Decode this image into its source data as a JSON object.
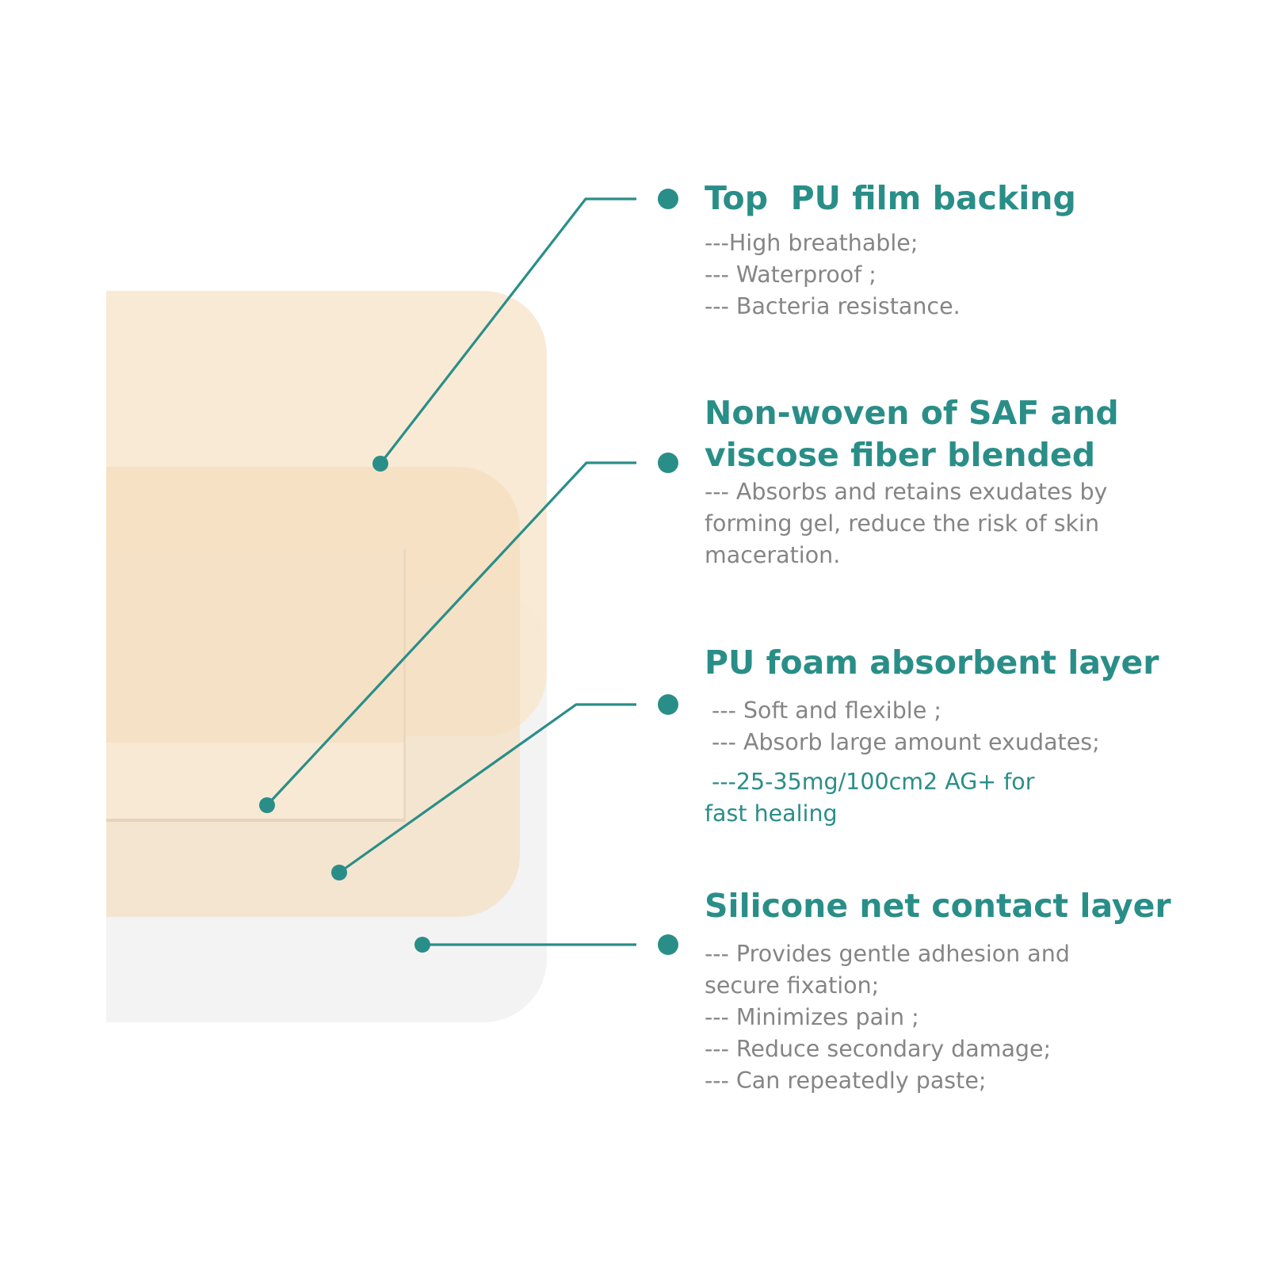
{
  "colors": {
    "accent": "#2a8e88",
    "body_text": "#858585",
    "film": "#f9e8d2",
    "foam": "#f3dcbc",
    "silicone": "#f3f3f3"
  },
  "callouts": {
    "film": {
      "title": "Top  PU film backing",
      "lines": [
        "---High breathable;",
        "--- Waterproof ;",
        "--- Bacteria resistance."
      ]
    },
    "nonwoven": {
      "title_lines": [
        "Non-woven of SAF and",
        "viscose fiber blended"
      ],
      "lines": [
        "--- Absorbs and retains exudates by",
        "forming gel, reduce the risk of skin",
        "maceration."
      ]
    },
    "foam": {
      "title": "PU foam absorbent layer",
      "lines": [
        " --- Soft and flexible ;",
        " --- Absorb large amount exudates;"
      ],
      "highlight_lines": [
        " ---25-35mg/100cm2 AG+ for",
        "fast healing"
      ]
    },
    "silicone": {
      "title": "Silicone net contact layer",
      "lines": [
        "--- Provides gentle adhesion and",
        "secure fixation;",
        "--- Minimizes pain ;",
        "--- Reduce secondary damage;",
        "--- Can repeatedly paste;"
      ]
    }
  }
}
